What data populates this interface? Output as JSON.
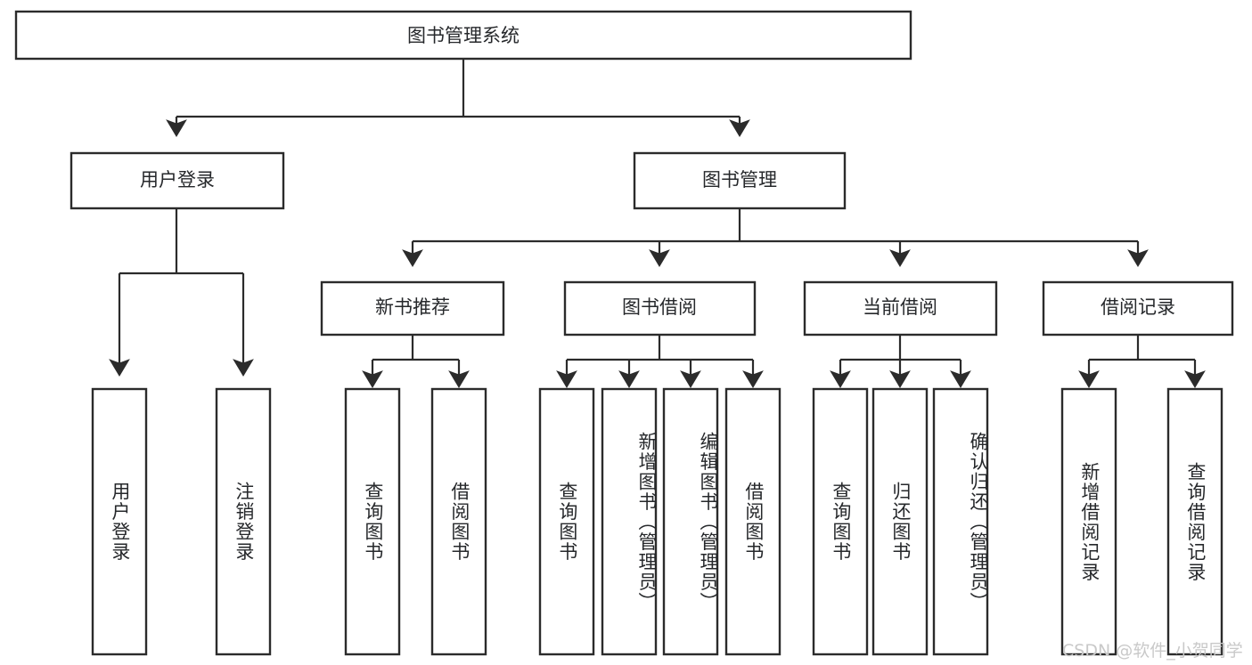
{
  "diagram": {
    "type": "tree",
    "title": "图书管理系统",
    "orientation": "top-down",
    "colors": {
      "box_stroke": "#2b2b2b",
      "box_fill": "#ffffff",
      "text": "#26282b",
      "watermark": "#c9c9c9",
      "background": "#ffffff"
    },
    "root": {
      "label": "图书管理系统"
    },
    "level2": [
      {
        "label": "用户登录"
      },
      {
        "label": "图书管理"
      }
    ],
    "level3": [
      {
        "label": "新书推荐"
      },
      {
        "label": "图书借阅"
      },
      {
        "label": "当前借阅"
      },
      {
        "label": "借阅记录"
      }
    ],
    "leaves": {
      "user_login": [
        {
          "label": "用户登录"
        },
        {
          "label": "注销登录"
        }
      ],
      "new_book_recommend": [
        {
          "label": "查询图书"
        },
        {
          "label": "借阅图书"
        }
      ],
      "book_borrow": [
        {
          "label": "查询图书"
        },
        {
          "label": "新增图书（管理员）"
        },
        {
          "label": "编辑图书（管理员）"
        },
        {
          "label": "借阅图书"
        }
      ],
      "current_borrow": [
        {
          "label": "查询图书"
        },
        {
          "label": "归还图书"
        },
        {
          "label": "确认归还（管理员）"
        }
      ],
      "borrow_record": [
        {
          "label": "新增借阅记录"
        },
        {
          "label": "查询借阅记录"
        }
      ]
    },
    "watermark": "CSDN @软件_小贺同学"
  }
}
